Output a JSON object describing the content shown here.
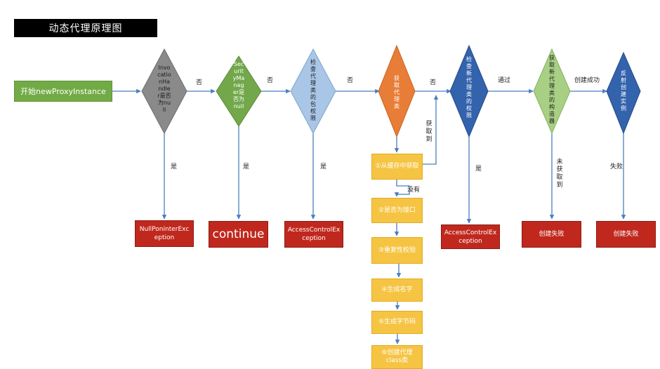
{
  "title": "动态代理原理图",
  "start": "开始newProxyInstance",
  "decisions": [
    {
      "text": "InvocationHandler是否为null",
      "color": "#8a8a8a"
    },
    {
      "text": "SecurityManager是否为null",
      "color": "#72a84a"
    },
    {
      "text": "检查代理类的包权限",
      "color": "#a9c6e6"
    },
    {
      "text": "获取代理类",
      "color": "#e87d37"
    },
    {
      "text": "检查新代理类的权限",
      "color": "#3463ad"
    },
    {
      "text": "获取新代理类的构造器",
      "color": "#a8cf84"
    },
    {
      "text": "反射创建实例",
      "color": "#3463ad"
    }
  ],
  "edge_labels": {
    "no1": "否",
    "no2": "否",
    "no3": "否",
    "no4": "否",
    "pass": "通过",
    "create_success": "创建成功",
    "yes1": "是",
    "yes2": "是",
    "yes3": "是",
    "yes4": "是",
    "not_got": "未获取到",
    "fail": "失败",
    "got": "获取到",
    "none": "没有"
  },
  "outcomes": {
    "null_pointer": "NullPoninterException",
    "continue": "continue",
    "access_control_1": "AccessControlException",
    "access_control_2": "AccessControlException",
    "create_fail_1": "创建失败",
    "create_fail_2": "创建失败"
  },
  "steps": [
    "①从缓存中获取",
    "②是否为接口",
    "③重复性校验",
    "④生成名字",
    "⑤生成字节码",
    "⑥创建代理class类"
  ],
  "colors": {
    "arrow": "#4a7ec0",
    "outcome_red": "#c0281e",
    "step_yellow": "#f6c443",
    "start_green": "#72ab46"
  }
}
